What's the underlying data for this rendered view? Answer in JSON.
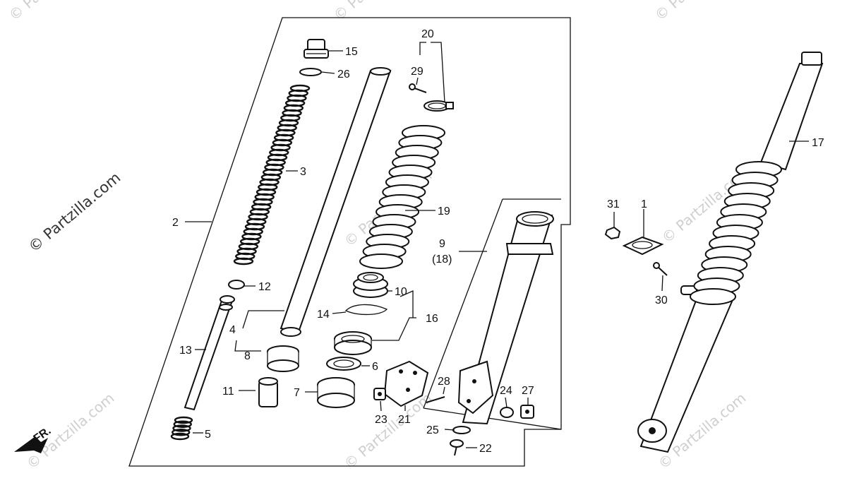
{
  "watermark": {
    "main": "© Partzilla.com",
    "corner": "© Partzilla.com",
    "fr_label": "FR."
  },
  "callouts": {
    "c1": "1",
    "c2": "2",
    "c3": "3",
    "c4": "4",
    "c5": "5",
    "c6": "6",
    "c7": "7",
    "c8": "8",
    "c9": "9",
    "c9b": "(18)",
    "c10": "10",
    "c11": "11",
    "c12": "12",
    "c13": "13",
    "c14": "14",
    "c15": "15",
    "c16": "16",
    "c17": "17",
    "c19": "19",
    "c20": "20",
    "c21": "21",
    "c22": "22",
    "c23": "23",
    "c24": "24",
    "c25": "25",
    "c26": "26",
    "c27": "27",
    "c28": "28",
    "c29": "29",
    "c30": "30",
    "c31": "31"
  }
}
